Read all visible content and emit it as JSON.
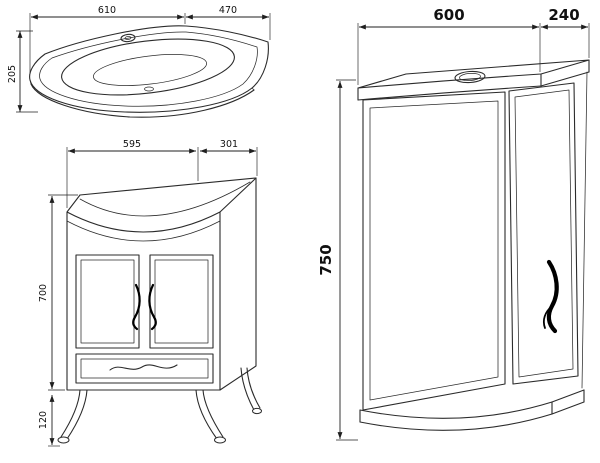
{
  "drawing": {
    "background": "#ffffff",
    "line_color": "#2b2b2b",
    "dimensions": {
      "sink": {
        "width": "610",
        "depth": "470",
        "height": "205"
      },
      "vanity": {
        "width": "595",
        "depth": "301",
        "height": "700",
        "leg_height": "120"
      },
      "mirror": {
        "width": "600",
        "depth": "240",
        "height": "750"
      }
    }
  }
}
